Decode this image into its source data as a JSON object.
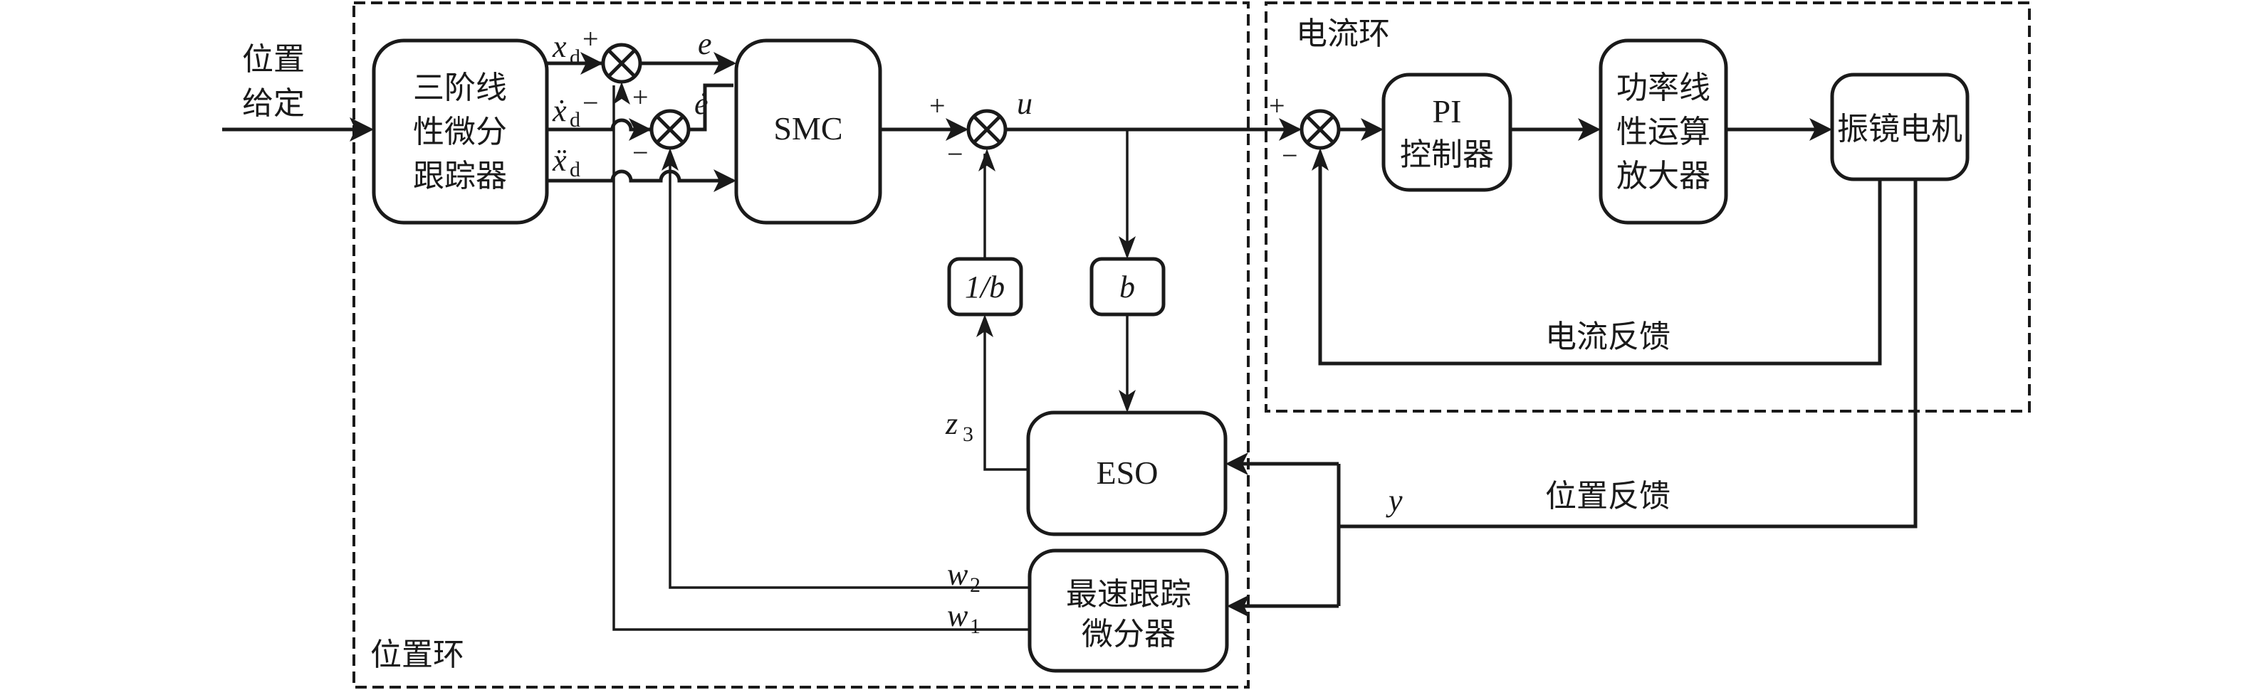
{
  "input_label": [
    "位置",
    "给定"
  ],
  "regions": {
    "position_loop": "位置环",
    "current_loop": "电流环"
  },
  "blocks": {
    "tracker": [
      "三阶线",
      "性微分",
      "跟踪器"
    ],
    "smc": "SMC",
    "inv_b": "1/b",
    "b": "b",
    "eso": "ESO",
    "td": [
      "最速跟踪",
      "微分器"
    ],
    "pi": [
      "PI",
      "控制器"
    ],
    "amp": [
      "功率线",
      "性运算",
      "放大器"
    ],
    "motor": "振镜电机"
  },
  "signals": {
    "xd": "x",
    "xd_sub": "d",
    "xd_dot": "ẋ",
    "xd_ddot": "ẍ",
    "e": "e",
    "e_dot": "ė",
    "u": "u",
    "z3": "z",
    "z3_sub": "3",
    "w1": "w",
    "w1_sub": "1",
    "w2": "w",
    "w2_sub": "2",
    "y": "y"
  },
  "signs": {
    "plus": "+",
    "minus": "−"
  },
  "feedback_labels": {
    "current": "电流反馈",
    "position": "位置反馈"
  }
}
